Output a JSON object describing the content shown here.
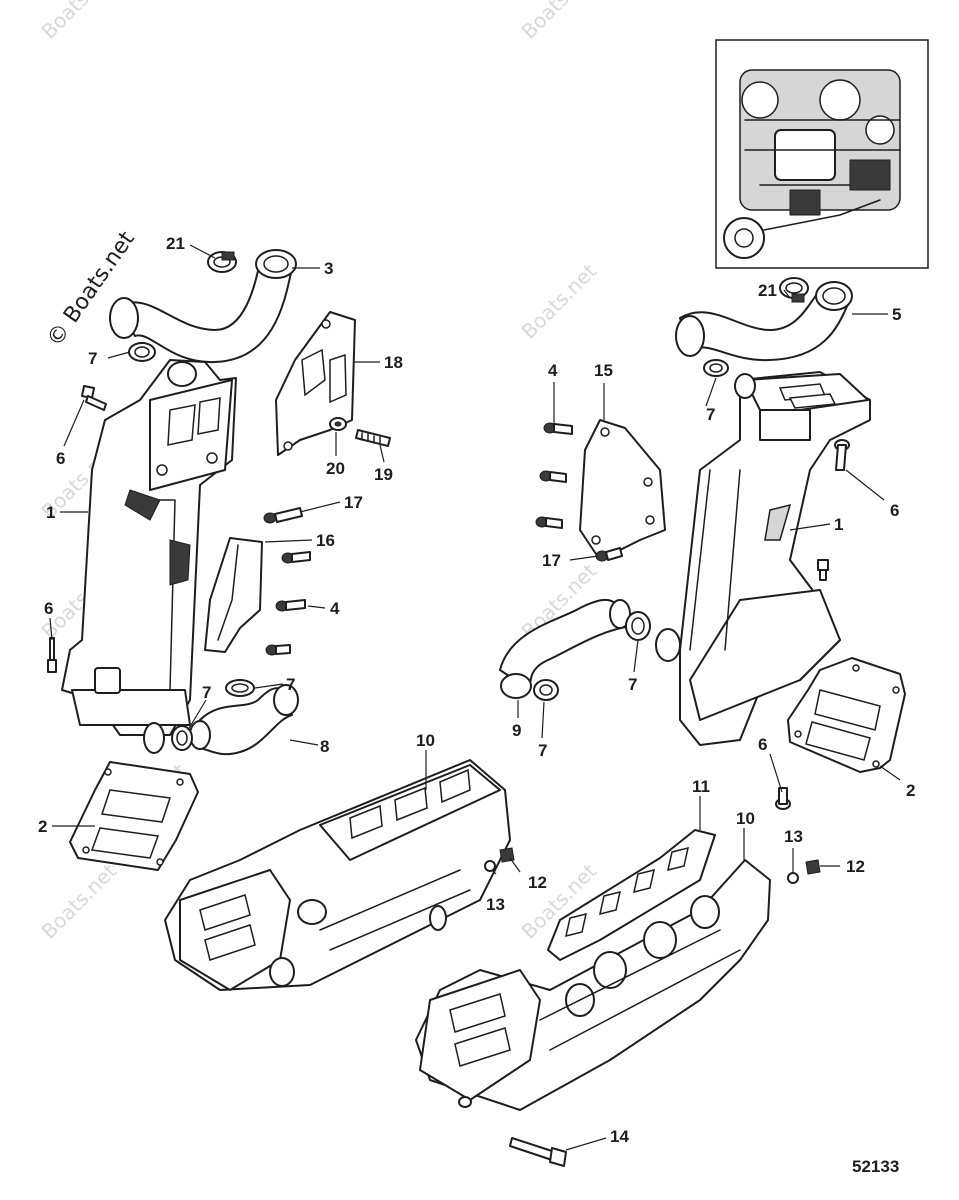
{
  "watermark": {
    "text": "Boats.net"
  },
  "copyright": {
    "text": "© Boats.net"
  },
  "figure": {
    "number": "52133"
  },
  "inset": {
    "description_icon": "engine-overview-icon"
  },
  "callouts": {
    "c1a": "1",
    "c1b": "1",
    "c2a": "2",
    "c2b": "2",
    "c3": "3",
    "c4a": "4",
    "c4b": "4",
    "c5": "5",
    "c6a": "6",
    "c6b": "6",
    "c6c": "6",
    "c6d": "6",
    "c7a": "7",
    "c7b": "7",
    "c7c": "7",
    "c7d": "7",
    "c7e": "7",
    "c7f": "7",
    "c8": "8",
    "c9": "9",
    "c10a": "10",
    "c10b": "10",
    "c11": "11",
    "c12a": "12",
    "c12b": "12",
    "c13a": "13",
    "c13b": "13",
    "c14": "14",
    "c15": "15",
    "c16": "16",
    "c17a": "17",
    "c17b": "17",
    "c18": "18",
    "c19": "19",
    "c20": "20",
    "c21a": "21",
    "c21b": "21"
  }
}
